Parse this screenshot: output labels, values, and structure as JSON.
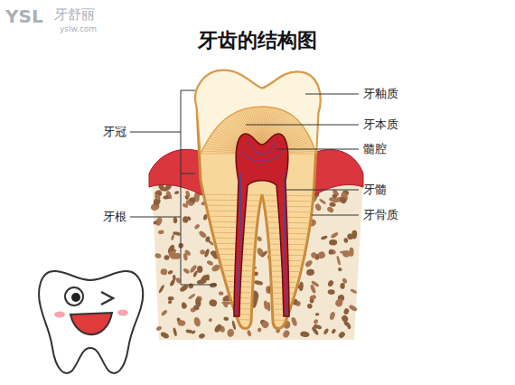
{
  "diagram": {
    "title": "牙齿的结构图",
    "labels": [
      "YSL",
      "牙舒丽",
      "yslw.com",
      "牙釉质",
      "牙冠",
      "牙本质",
      "髓腔",
      "牙髓",
      "牙根",
      "牙骨质"
    ]
  }
}
